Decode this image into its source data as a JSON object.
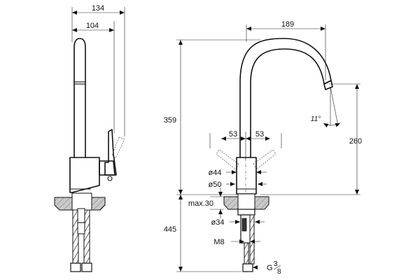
{
  "side_view": {
    "dim_overall_width": "134",
    "dim_spout_width": "104"
  },
  "front_view": {
    "dim_spout_reach": "189",
    "dim_total_height": "359",
    "dim_spout_height": "260",
    "dim_angle": "11°",
    "dim_handle_left": "53",
    "dim_handle_right": "53",
    "dim_body_dia": "ø44",
    "dim_base_dia": "ø50",
    "dim_max_thickness": "max.30",
    "dim_below_height": "445",
    "dim_shank_dia": "ø34",
    "dim_thread": "M8",
    "dim_connection_g": "G",
    "dim_connection_num": "3",
    "dim_connection_den": "8"
  }
}
